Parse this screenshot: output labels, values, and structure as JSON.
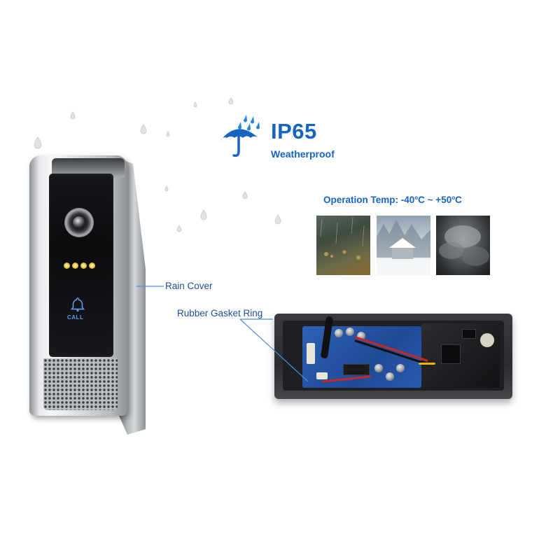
{
  "header": {
    "rating": "IP65",
    "subtitle": "Weatherproof",
    "icon": "umbrella-rain-icon"
  },
  "temperature": {
    "label": "Operation Temp: -40",
    "deg1": "o",
    "mid": "C ~ +50",
    "deg2": "o",
    "end": "C"
  },
  "photos": [
    "rain-photo",
    "snow-photo",
    "storm-photo"
  ],
  "callouts": {
    "rain_cover": "Rain Cover",
    "gasket": "Rubber Gasket Ring"
  },
  "device": {
    "call_label": "CALL"
  },
  "colors": {
    "accent": "#1565c0",
    "callout_text": "#1d4e9a",
    "leader_line": "#4a90d9"
  }
}
